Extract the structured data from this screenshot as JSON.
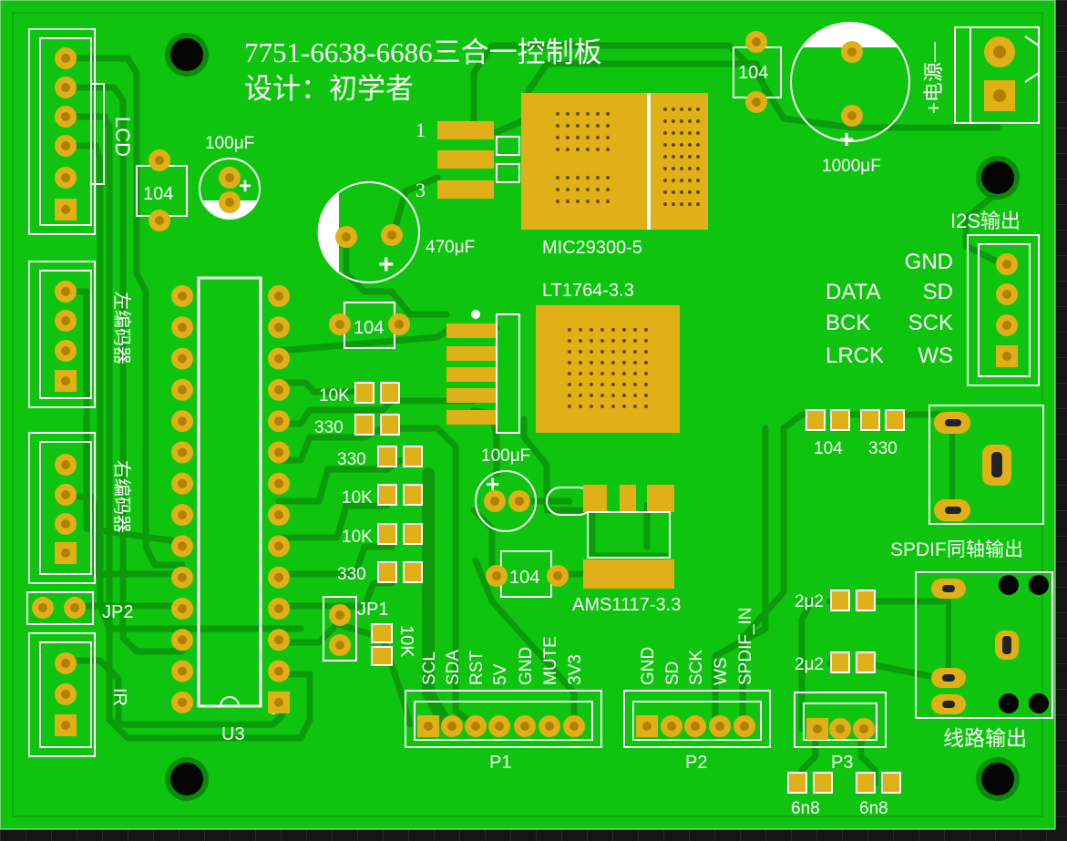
{
  "board": {
    "title_line1": "7751-6638-6686三合一控制板",
    "title_line2": "设计：初学者"
  },
  "colors": {
    "board": "#0ec40e",
    "trace": "#0a9a0a",
    "pad": "#e0b018",
    "silkscreen": "#ffffff",
    "hole": "#050505"
  },
  "connectors": {
    "lcd": "LCD",
    "left_encoder": "左编码器",
    "right_encoder": "右编码器",
    "jp2": "JP2",
    "ir": "IR",
    "u3": "U3",
    "jp1": "JP1",
    "p1": {
      "name": "P1",
      "pins": [
        "SCL",
        "SDA",
        "RST",
        "5V",
        "GND",
        "MUTE",
        "3V3"
      ]
    },
    "p2": {
      "name": "P2",
      "pins": [
        "GND",
        "SD",
        "SCK",
        "WS",
        "SPDIF_IN"
      ]
    },
    "p3": "P3",
    "power": "+电源—",
    "i2s": {
      "title": "I2S输出",
      "rows": [
        {
          "left": "",
          "right": "GND"
        },
        {
          "left": "DATA",
          "right": "SD"
        },
        {
          "left": "BCK",
          "right": "SCK"
        },
        {
          "left": "LRCK",
          "right": "WS"
        }
      ]
    },
    "spdif": "SPDIF同轴输出",
    "line_out": "线路输出"
  },
  "components": {
    "mic29300": "MIC29300-5",
    "lt1764": "LT1764-3.3",
    "ams1117": "AMS1117-3.3",
    "pin1": "1",
    "pin3": "3",
    "cap_104": "104",
    "cap_100uf": "100μF",
    "cap_470uf": "470μF",
    "cap_1000uf": "1000μF",
    "r_10k": "10K",
    "r_330": "330",
    "c_2u2": "2μ2",
    "c_6n8": "6n8",
    "plus": "+"
  }
}
